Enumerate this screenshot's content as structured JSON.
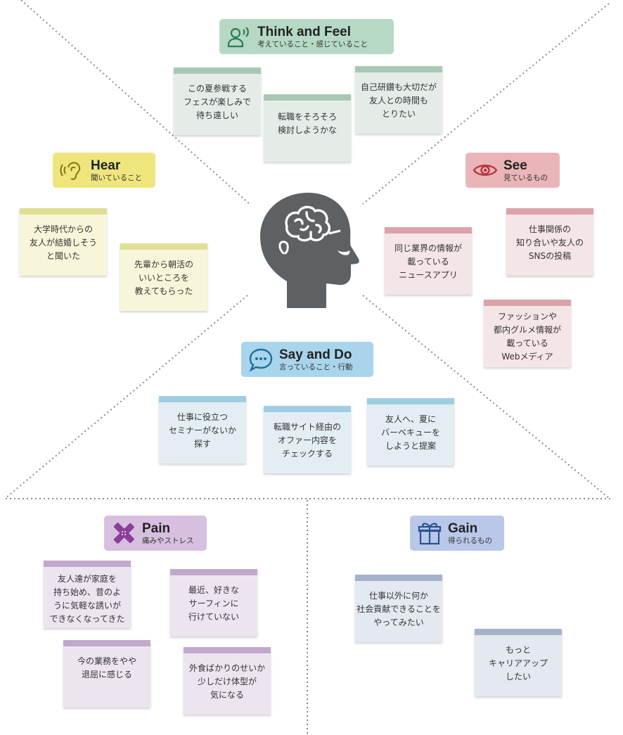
{
  "sections": {
    "think": {
      "title": "Think and Feel",
      "subtitle": "考えていること・感じていること",
      "icon": "person-signal-icon",
      "color": "#b5d9c4"
    },
    "hear": {
      "title": "Hear",
      "subtitle": "聞いていること",
      "icon": "ear-icon",
      "color": "#eee67d"
    },
    "see": {
      "title": "See",
      "subtitle": "見ているもの",
      "icon": "eye-icon",
      "color": "#eab5b8"
    },
    "say": {
      "title": "Say and Do",
      "subtitle": "言っていること・行動",
      "icon": "speech-bubble-icon",
      "color": "#a8d5eb"
    },
    "pain": {
      "title": "Pain",
      "subtitle": "痛みやストレス",
      "icon": "bandage-cross-icon",
      "color": "#d7bfe0"
    },
    "gain": {
      "title": "Gain",
      "subtitle": "得られるもの",
      "icon": "gift-icon",
      "color": "#b9c8e9"
    }
  },
  "notes": {
    "think": [
      "この夏参戦する\nフェスが楽しみで\n待ち遠しい",
      "転職をそろそろ\n検討しようかな",
      "自己研鑽も大切だが\n友人との時間も\nとりたい"
    ],
    "hear": [
      "大学時代からの\n友人が結婚しそう\nと聞いた",
      "先輩から朝活の\nいいところを\n教えてもらった"
    ],
    "see": [
      "同じ業界の情報が\n載っている\nニュースアプリ",
      "仕事関係の\n知り合いや友人の\nSNSの投稿",
      "ファッションや\n都内グルメ情報が\n載っている\nWebメディア"
    ],
    "say": [
      "仕事に役立つ\nセミナーがないか\n探す",
      "転職サイト経由の\nオファー内容を\nチェックする",
      "友人へ、夏に\nバーベキューを\nしようと提案"
    ],
    "pain": [
      "友人達が家庭を\n持ち始め、昔のよ\nうに気軽な誘いが\nできなくなってきた",
      "最近、好きな\nサーフィンに\n行けていない",
      "今の業務をやや\n退屈に感じる",
      "外食ばかりのせいか\n少しだけ体型が\n気になる"
    ],
    "gain": [
      "仕事以外に何か\n社会貢献できることを\nやってみたい",
      "もっと\nキャリアアップ\nしたい"
    ]
  },
  "center_icon": "head-brain-icon"
}
